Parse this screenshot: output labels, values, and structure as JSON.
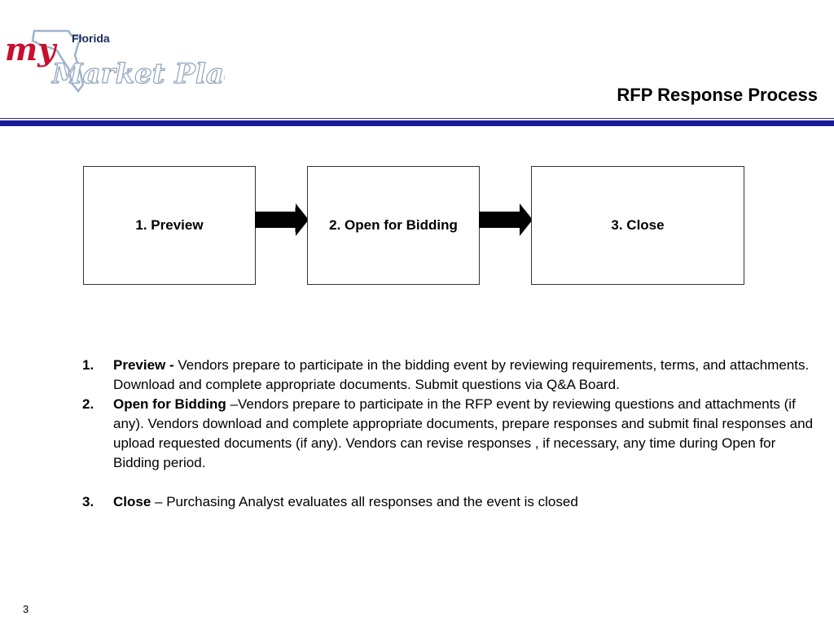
{
  "logo": {
    "text_my": "my",
    "text_florida": "Florida",
    "text_market_place": "Market Place"
  },
  "slide": {
    "title": "RFP Response Process",
    "page_number": "3"
  },
  "process": {
    "steps": [
      {
        "label": "1. Preview"
      },
      {
        "label": "2. Open for Bidding"
      },
      {
        "label": "3. Close"
      }
    ]
  },
  "descriptions": [
    {
      "number": "1.",
      "term": "Preview -",
      "text": " Vendors prepare to participate in the bidding event by reviewing requirements, terms, and attachments.  Download and complete appropriate documents.  Submit questions via Q&A Board."
    },
    {
      "number": "2.",
      "term": "Open for Bidding",
      "text": " –Vendors prepare to participate in the RFP event by reviewing questions and attachments (if any). Vendors download and complete appropriate documents, prepare responses and submit final responses and upload requested documents (if any). Vendors can revise responses , if necessary, any time during Open for Bidding period."
    },
    {
      "number": "3.",
      "term": "Close",
      "text": " – Purchasing Analyst evaluates all responses and the event is closed"
    }
  ],
  "colors": {
    "header_rule": "#1a1a99",
    "logo_red": "#c8102e",
    "logo_blue": "#9fb4c9",
    "logo_navy": "#1c2b5a"
  }
}
